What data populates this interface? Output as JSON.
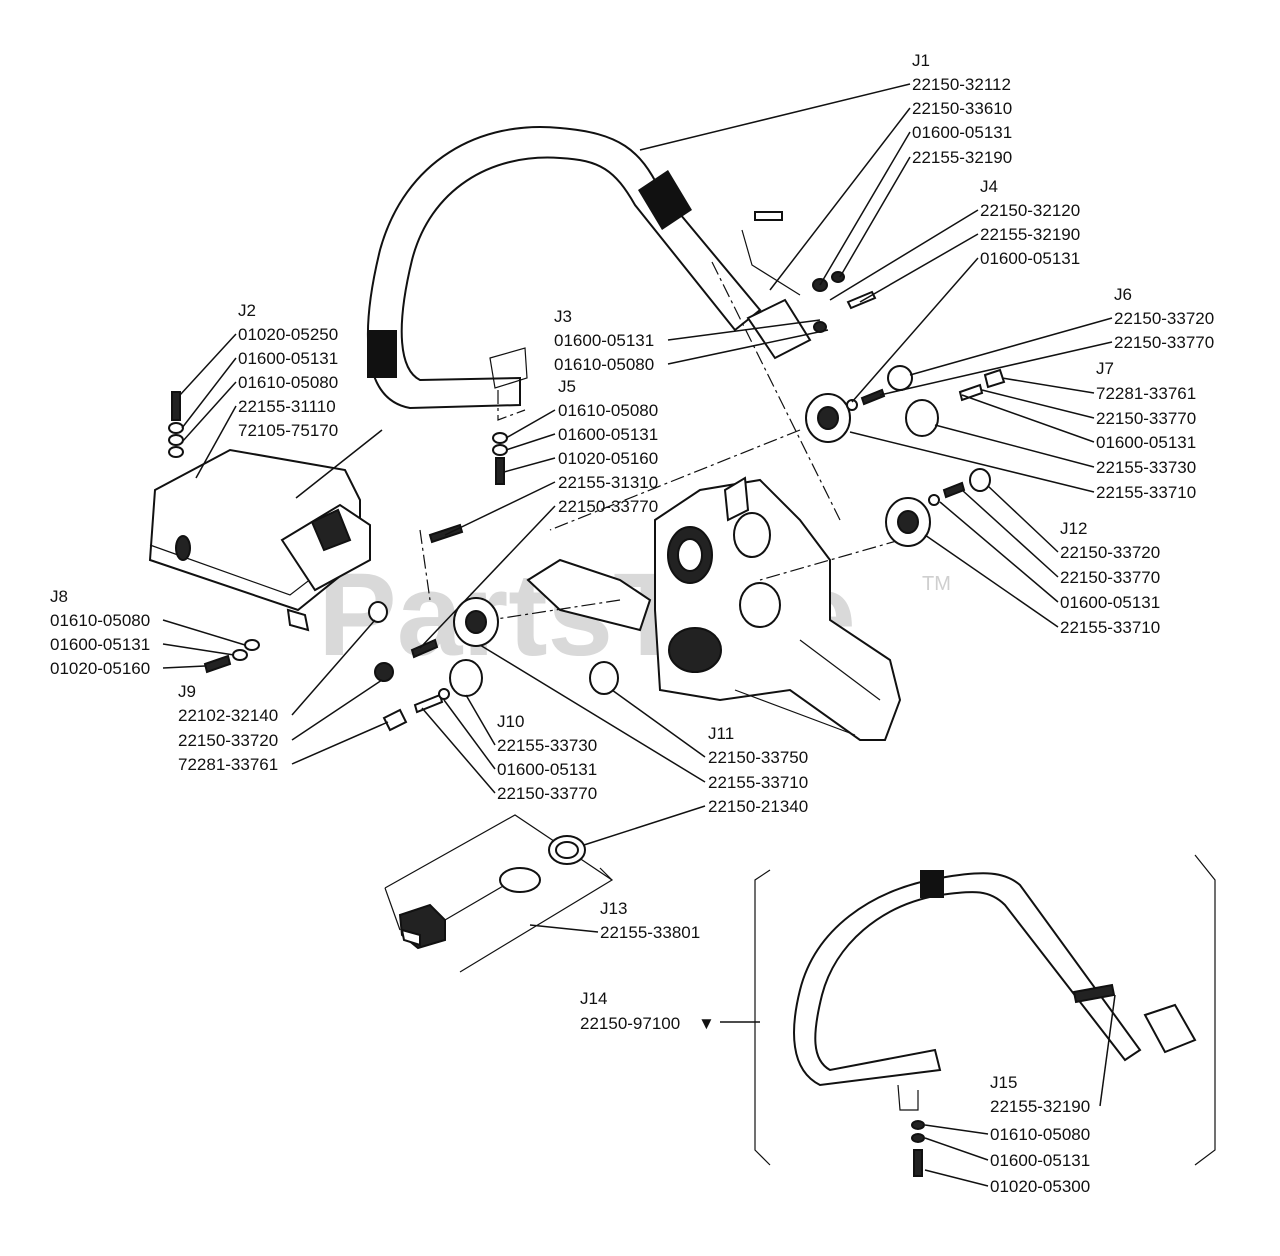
{
  "watermark": {
    "text": "PartsTree",
    "tm": "TM"
  },
  "groups": [
    {
      "id": "J1",
      "label": "J1",
      "parts": [
        "22150-32112",
        "22150-33610",
        "01600-05131",
        "22155-32190"
      ]
    },
    {
      "id": "J4",
      "label": "J4",
      "parts": [
        "22150-32120",
        "22155-32190",
        "01600-05131"
      ]
    },
    {
      "id": "J2",
      "label": "J2",
      "parts": [
        "01020-05250",
        "01600-05131",
        "01610-05080",
        "22155-31110",
        "72105-75170"
      ]
    },
    {
      "id": "J3",
      "label": "J3",
      "parts": [
        "01600-05131",
        "01610-05080"
      ]
    },
    {
      "id": "J5",
      "label": "J5",
      "parts": [
        "01610-05080",
        "01600-05131",
        "01020-05160",
        "22155-31310",
        "22150-33770"
      ]
    },
    {
      "id": "J6",
      "label": "J6",
      "parts": [
        "22150-33720",
        "22150-33770"
      ]
    },
    {
      "id": "J7",
      "label": "J7",
      "parts": [
        "72281-33761",
        "22150-33770",
        "01600-05131",
        "22155-33730",
        "22155-33710"
      ]
    },
    {
      "id": "J12",
      "label": "J12",
      "parts": [
        "22150-33720",
        "22150-33770",
        "01600-05131",
        "22155-33710"
      ]
    },
    {
      "id": "J8",
      "label": "J8",
      "parts": [
        "01610-05080",
        "01600-05131",
        "01020-05160"
      ]
    },
    {
      "id": "J9",
      "label": "J9",
      "parts": [
        "22102-32140",
        "22150-33720",
        "72281-33761"
      ]
    },
    {
      "id": "J10",
      "label": "J10",
      "parts": [
        "22155-33730",
        "01600-05131",
        "22150-33770"
      ]
    },
    {
      "id": "J11",
      "label": "J11",
      "parts": [
        "22150-33750",
        "22155-33710",
        "22150-21340"
      ]
    },
    {
      "id": "J13",
      "label": "J13",
      "parts": [
        "22155-33801"
      ]
    },
    {
      "id": "J14",
      "label": "J14",
      "parts": [
        "22150-97100"
      ],
      "marker": "▼"
    },
    {
      "id": "J15",
      "label": "J15",
      "parts": [
        "22155-32190",
        "01610-05080",
        "01600-05131",
        "01020-05300"
      ]
    }
  ]
}
